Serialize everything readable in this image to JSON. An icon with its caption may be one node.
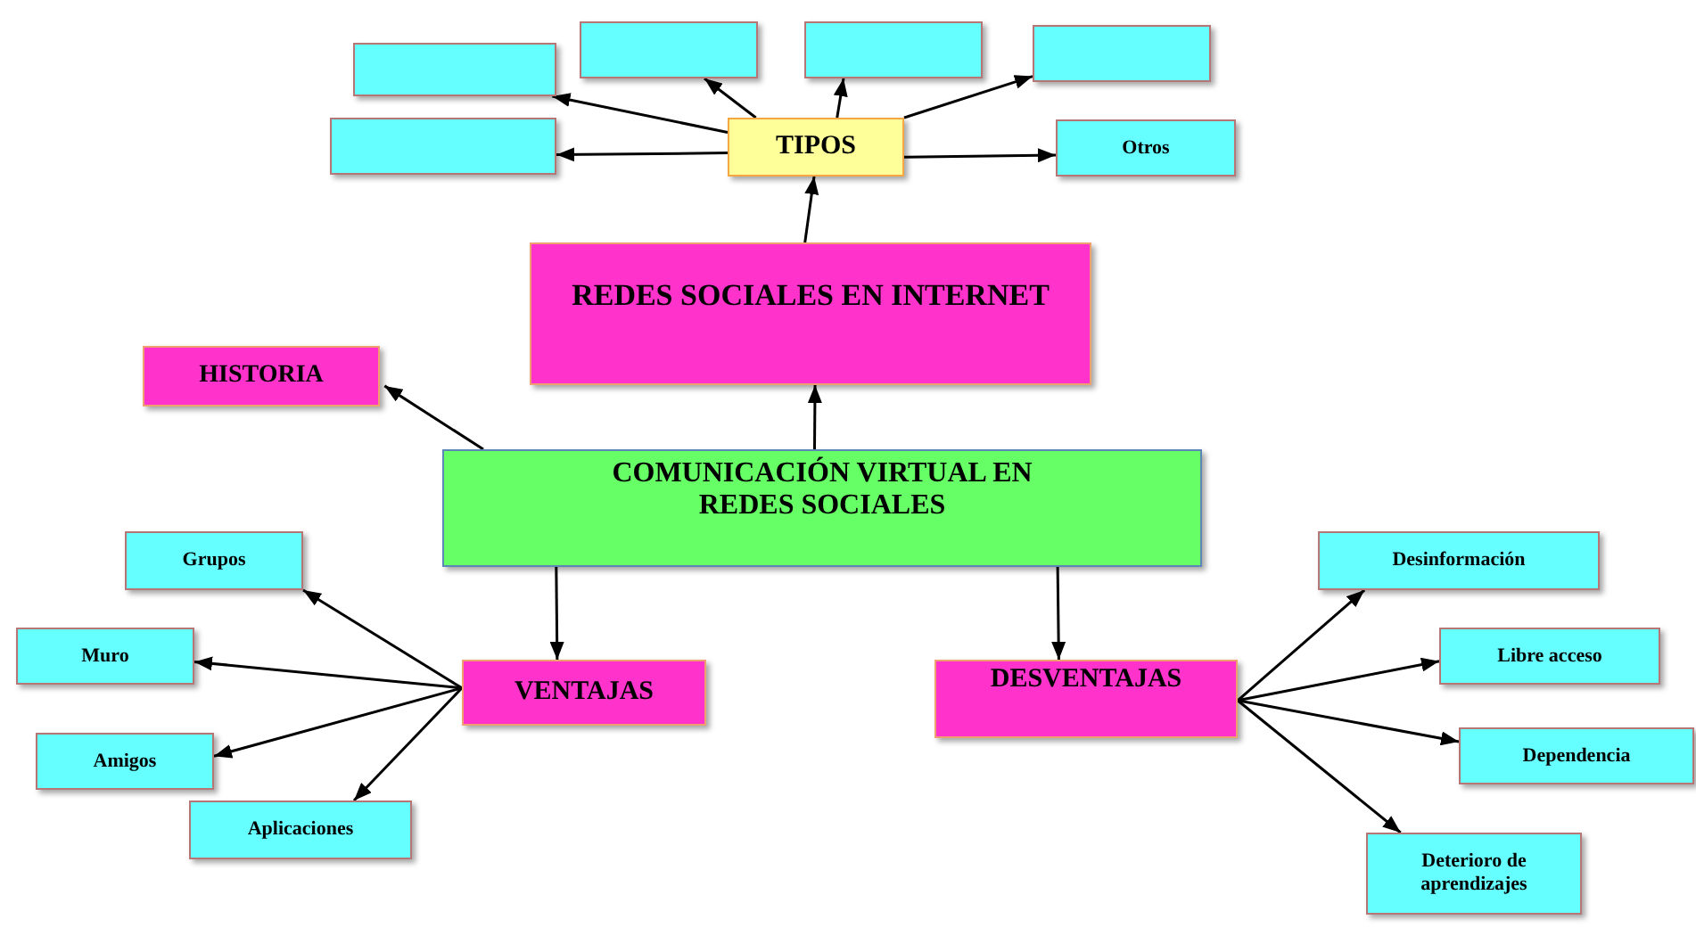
{
  "diagram": {
    "nodes": [
      {
        "text": [
          "COMUNICACIÓN VIRTUAL EN REDES SOCIALES"
        ]
      },
      {
        "text": [
          "REDES SOCIALES EN INTERNET"
        ]
      },
      {
        "text": [
          "TIPOS"
        ]
      },
      {
        "text": [],
        "shape": "box"
      },
      {
        "text": [],
        "shape": "box"
      },
      {
        "text": [],
        "shape": "box"
      },
      {
        "text": [],
        "shape": "box"
      },
      {
        "text": [],
        "shape": "box"
      },
      {
        "text": [
          "Otros"
        ]
      },
      {
        "text": [
          "HISTORIA"
        ]
      },
      {
        "text": [
          "VENTAJAS"
        ]
      },
      {
        "text": [
          "DESVENTAJAS"
        ]
      },
      {
        "text": [
          "Grupos"
        ]
      },
      {
        "text": [
          "Muro"
        ]
      },
      {
        "text": [
          "Amigos"
        ]
      },
      {
        "text": [
          "Aplicaciones"
        ]
      },
      {
        "text": [
          "Desinformación"
        ]
      },
      {
        "text": [
          "Libre acceso"
        ]
      },
      {
        "text": [
          "Dependencia"
        ]
      },
      {
        "text": [
          "Deterioro de aprendizajes"
        ]
      }
    ],
    "edges": [
      {
        "from": 0,
        "to": 1,
        "arrow": "to"
      },
      {
        "from": 0,
        "to": 9,
        "arrow": "to"
      },
      {
        "from": 0,
        "to": 10,
        "arrow": "to"
      },
      {
        "from": 0,
        "to": 11,
        "arrow": "to"
      },
      {
        "from": 1,
        "to": 2,
        "arrow": "to"
      },
      {
        "from": 2,
        "to": 3,
        "arrow": "to"
      },
      {
        "from": 2,
        "to": 4,
        "arrow": "to"
      },
      {
        "from": 2,
        "to": 5,
        "arrow": "to"
      },
      {
        "from": 2,
        "to": 6,
        "arrow": "to"
      },
      {
        "from": 2,
        "to": 7,
        "arrow": "to"
      },
      {
        "from": 2,
        "to": 8,
        "arrow": "to"
      },
      {
        "from": 10,
        "to": 12,
        "arrow": "to"
      },
      {
        "from": 10,
        "to": 13,
        "arrow": "to"
      },
      {
        "from": 10,
        "to": 14,
        "arrow": "to"
      },
      {
        "from": 10,
        "to": 15,
        "arrow": "to"
      },
      {
        "from": 11,
        "to": 16,
        "arrow": "to"
      },
      {
        "from": 11,
        "to": 17,
        "arrow": "to"
      },
      {
        "from": 11,
        "to": 18,
        "arrow": "to"
      },
      {
        "from": 11,
        "to": 19,
        "arrow": "to"
      }
    ]
  }
}
